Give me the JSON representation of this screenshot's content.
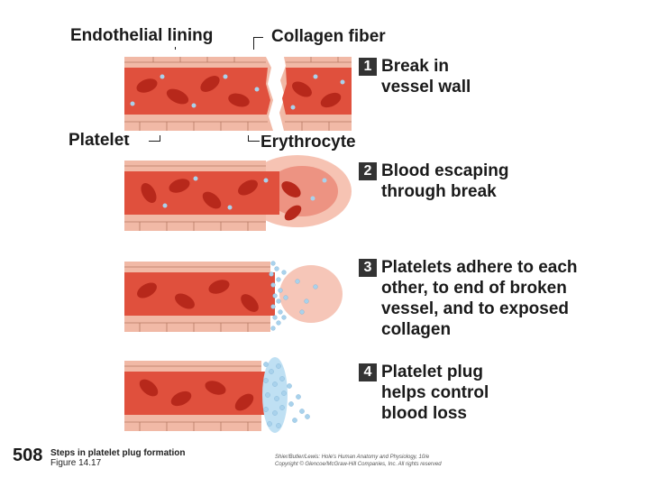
{
  "labels": {
    "endothelial": "Endothelial lining",
    "collagen": "Collagen fiber",
    "platelet": "Platelet",
    "erythrocyte": "Erythrocyte"
  },
  "steps": [
    {
      "num": "1",
      "text": "Break in\nvessel wall"
    },
    {
      "num": "2",
      "text": "Blood escaping\nthrough break"
    },
    {
      "num": "3",
      "text": "Platelets adhere to each\nother, to end of broken\nvessel, and to exposed\ncollagen"
    },
    {
      "num": "4",
      "text": "Platelet plug\nhelps control\nblood loss"
    }
  ],
  "footer": {
    "page_number": "508",
    "caption_line1": "Steps in platelet plug formation",
    "caption_line2": "Figure 14.17",
    "credit_line1": "Shier/Butler/Lewis: Hole's Human Anatomy and Physiology, 10/e",
    "credit_line2": "Copyright © Glencoe/McGraw-Hill Companies, Inc. All rights reserved"
  },
  "colors": {
    "vessel_wall": "#f1b9a6",
    "blood": "#e0503d",
    "erythrocyte": "#b7281b",
    "platelet": "#a9d2ec"
  }
}
